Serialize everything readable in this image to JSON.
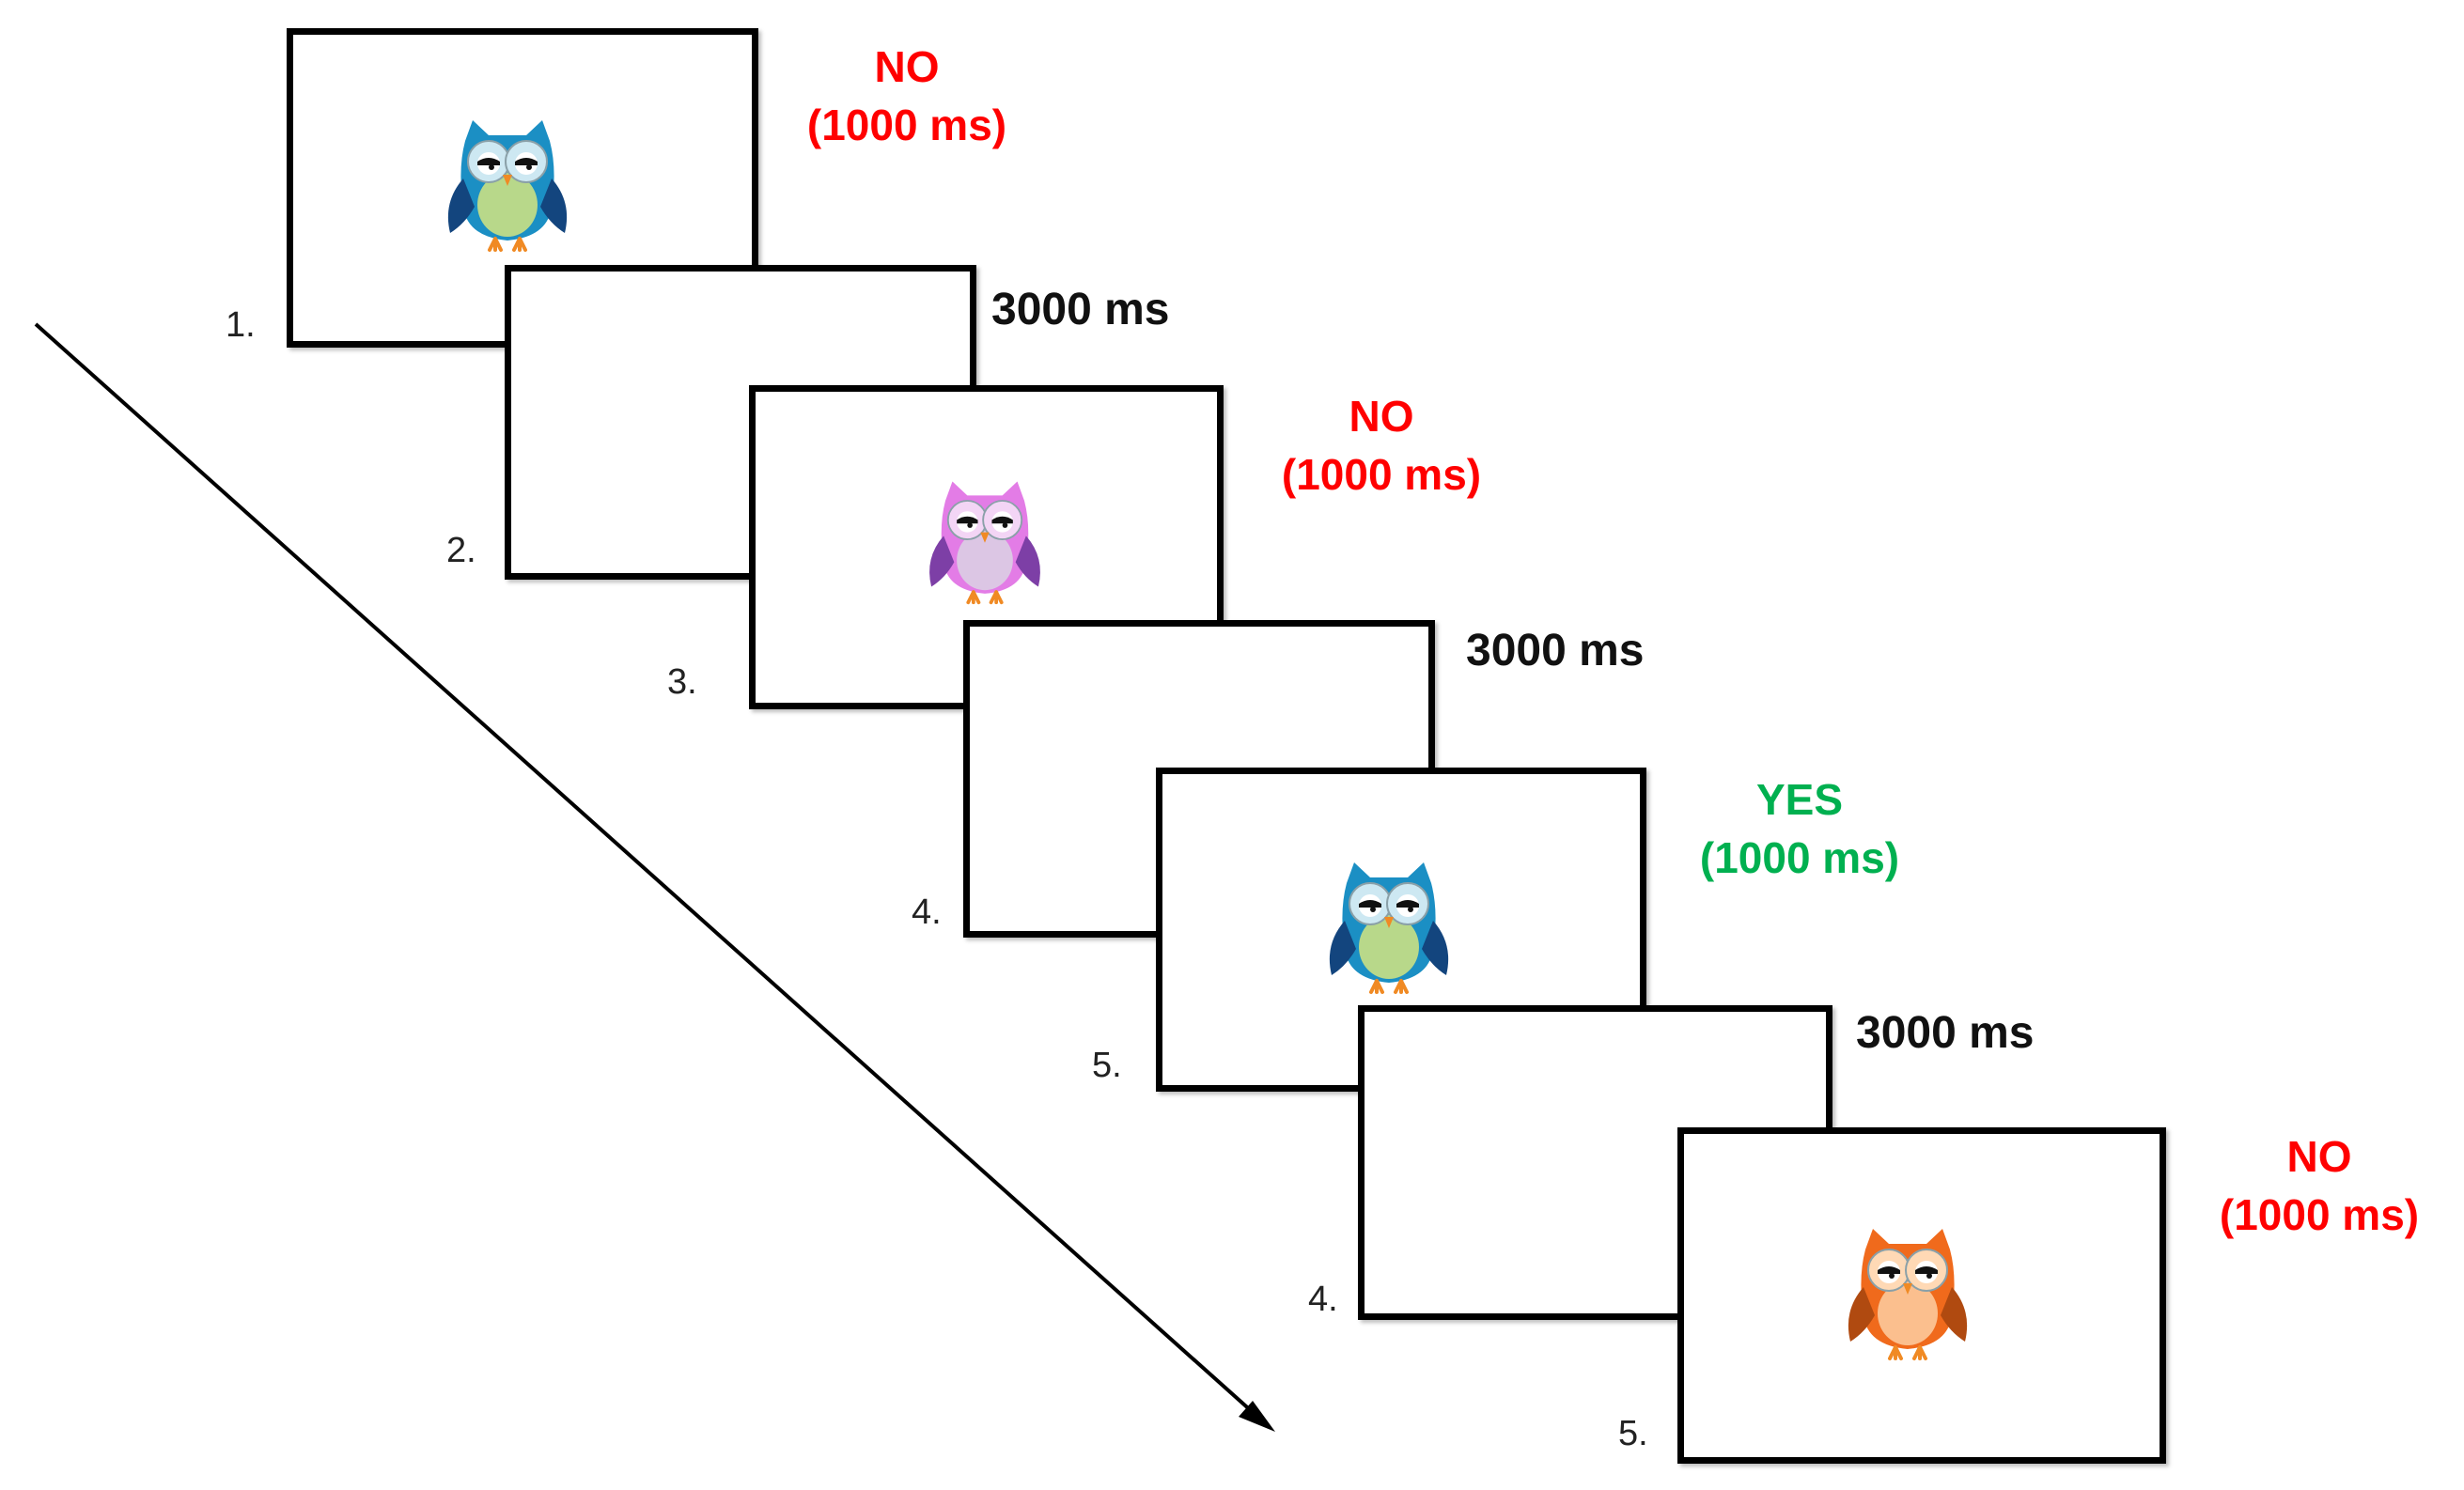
{
  "steps": [
    {
      "number": "1.",
      "owl": "blue-owl",
      "response": "NO",
      "duration": "(1000 ms)",
      "response_color": "#ff0000"
    },
    {
      "number": "2.",
      "duration": "3000 ms"
    },
    {
      "number": "3.",
      "owl": "pink-owl",
      "response": "NO",
      "duration": "(1000 ms)",
      "response_color": "#ff0000"
    },
    {
      "number": "4.",
      "duration": "3000 ms"
    },
    {
      "number": "5.",
      "owl": "blue-owl",
      "response": "YES",
      "duration": "(1000 ms)",
      "response_color": "#00b050"
    },
    {
      "number": "4.",
      "duration": "3000 ms"
    },
    {
      "number": "5.",
      "owl": "orange-owl",
      "response": "NO",
      "duration": "(1000 ms)",
      "response_color": "#ff0000"
    }
  ],
  "owls": {
    "blue-owl": {
      "body": "#1b8fc4",
      "belly": "#b8d88a",
      "wing": "#13457e",
      "eye_ring": "#cde8f2",
      "beak": "#f08a24"
    },
    "pink-owl": {
      "body": "#e37ce6",
      "belly": "#dcc6e4",
      "wing": "#7d3fa6",
      "eye_ring": "#f3d5f5",
      "beak": "#f08a24"
    },
    "orange-owl": {
      "body": "#f06a1c",
      "belly": "#fbbf8e",
      "wing": "#b04a10",
      "eye_ring": "#ffd9b5",
      "beak": "#f08a24"
    }
  },
  "arrow": {
    "icon": "time-arrow-icon",
    "color": "#000000"
  }
}
